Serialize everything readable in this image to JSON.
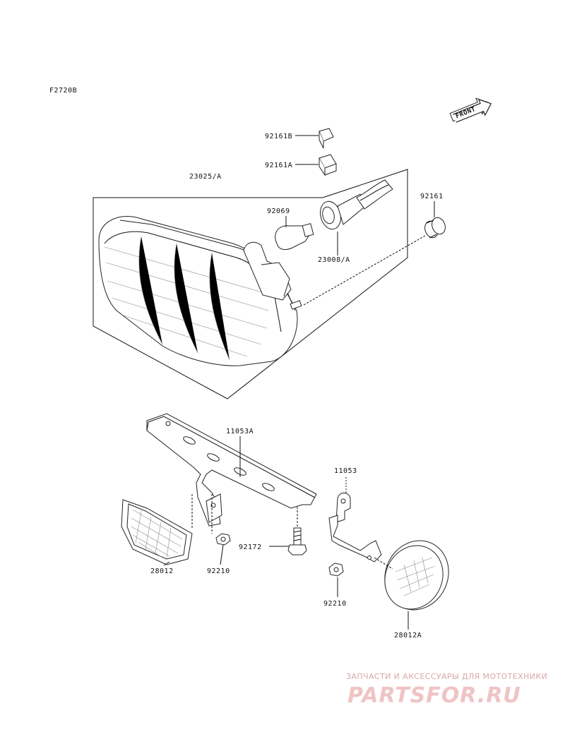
{
  "figure_code": "F2720B",
  "front_label": "FRONT",
  "labels": {
    "p92161B": "92161B",
    "p92161A": "92161A",
    "p23025A": "23025/A",
    "p92069": "92069",
    "p92161": "92161",
    "p23008A": "23008/A",
    "p11053A": "11053A",
    "p11053": "11053",
    "p92172": "92172",
    "p28012": "28012",
    "p92210_left": "92210",
    "p92210_right": "92210",
    "p28012A": "28012A"
  },
  "watermark": {
    "caption": "ЗАПЧАСТИ И АКСЕССУАРЫ ДЛЯ МОТОТЕХНИКИ",
    "logo": "PARTSFOR.RU"
  }
}
